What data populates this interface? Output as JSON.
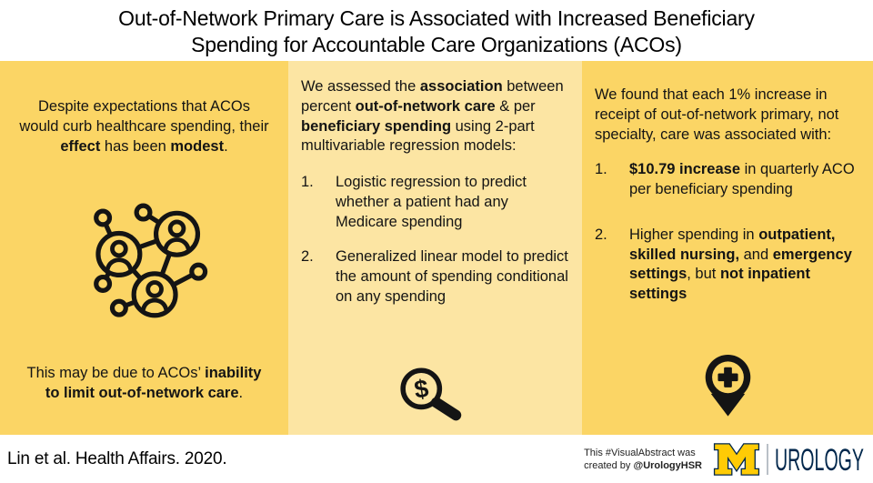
{
  "title": {
    "line1": "Out-of-Network Primary Care is Associated with Increased Beneficiary",
    "line2": "Spending for Accountable Care Organizations (ACOs)"
  },
  "colors": {
    "gold": "#FBD565",
    "light_gold": "#FCE5A3",
    "navy": "#00274C",
    "maize": "#FFCB05"
  },
  "panels": {
    "left": {
      "top_text": [
        {
          "t": "Despite expectations that ACOs would curb healthcare spending, their "
        },
        {
          "t": "effect",
          "b": true
        },
        {
          "t": " has been "
        },
        {
          "t": "modest",
          "b": true
        },
        {
          "t": "."
        }
      ],
      "icon": "network-people-icon",
      "bottom_text": [
        {
          "t": "This may be due to ACOs’ "
        },
        {
          "t": "inability to limit out-of-network care",
          "b": true
        },
        {
          "t": "."
        }
      ]
    },
    "middle": {
      "intro": [
        {
          "t": "We assessed the "
        },
        {
          "t": "association",
          "b": true
        },
        {
          "t": " between percent "
        },
        {
          "t": "out-of-network care",
          "b": true
        },
        {
          "t": " & per "
        },
        {
          "t": "beneficiary spending",
          "b": true
        },
        {
          "t": " using 2-part multivariable regression models:"
        }
      ],
      "list": [
        {
          "num": "1.",
          "segments": [
            {
              "t": "Logistic regression to predict whether a patient had any Medicare spending"
            }
          ]
        },
        {
          "num": "2.",
          "segments": [
            {
              "t": "Generalized linear model to predict the amount of spending conditional on any spending"
            }
          ]
        }
      ],
      "icon": "magnifier-dollar-icon"
    },
    "right": {
      "intro": [
        {
          "t": "We found that each 1% increase in receipt of out-of-network primary, not specialty, care was associated with:"
        }
      ],
      "list": [
        {
          "num": "1.",
          "segments": [
            {
              "t": "$10.79 increase",
              "b": true
            },
            {
              "t": " in quarterly ACO per beneficiary spending"
            }
          ]
        },
        {
          "num": "2.",
          "segments": [
            {
              "t": "Higher spending in "
            },
            {
              "t": "outpatient, skilled nursing,",
              "b": true
            },
            {
              "t": " and "
            },
            {
              "t": "emergency settings",
              "b": true
            },
            {
              "t": ", but "
            },
            {
              "t": "not inpatient settings",
              "b": true
            }
          ]
        }
      ],
      "icon": "map-pin-plus-icon"
    }
  },
  "icons": {
    "magnifier_dollar_glyph": "$"
  },
  "footer": {
    "citation": "Lin et al. Health Affairs. 2020.",
    "attribution_line1": "This #VisualAbstract was",
    "attribution_line2_prefix": "created by ",
    "attribution_handle": "@UrologyHSR",
    "logo_text": "UROLOGY"
  }
}
